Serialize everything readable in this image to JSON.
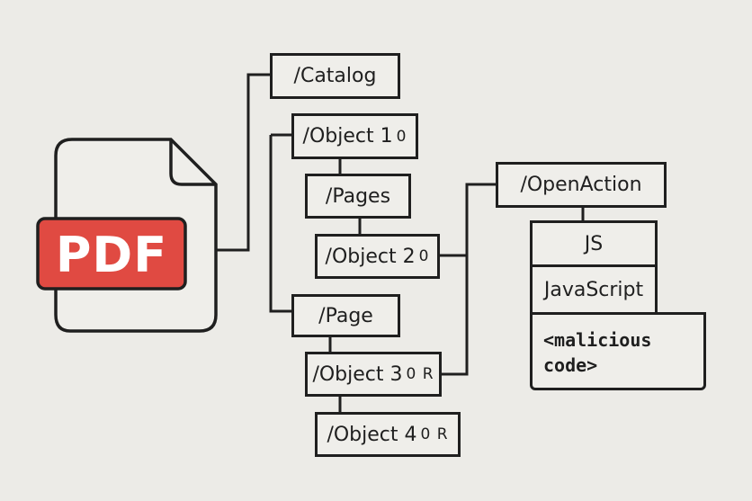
{
  "colors": {
    "pdf_red": "#e04a42",
    "stroke": "#1f1f1f",
    "background": "#ecebe7"
  },
  "file_icon": {
    "label": "PDF"
  },
  "nodes": {
    "catalog": "/Catalog",
    "object1": {
      "name": "/Object 1",
      "ref": "0"
    },
    "pages": "/Pages",
    "object2": {
      "name": "/Object 2",
      "ref": "0"
    },
    "page": "/Page",
    "object3": {
      "name": "/Object 3",
      "ref": "0 R"
    },
    "object4": {
      "name": "/Object 4",
      "ref": "0 R"
    },
    "open_action": "/OpenAction",
    "js": "JS",
    "javascript": "JavaScript",
    "malicious_code": "<malicious\ncode>"
  }
}
